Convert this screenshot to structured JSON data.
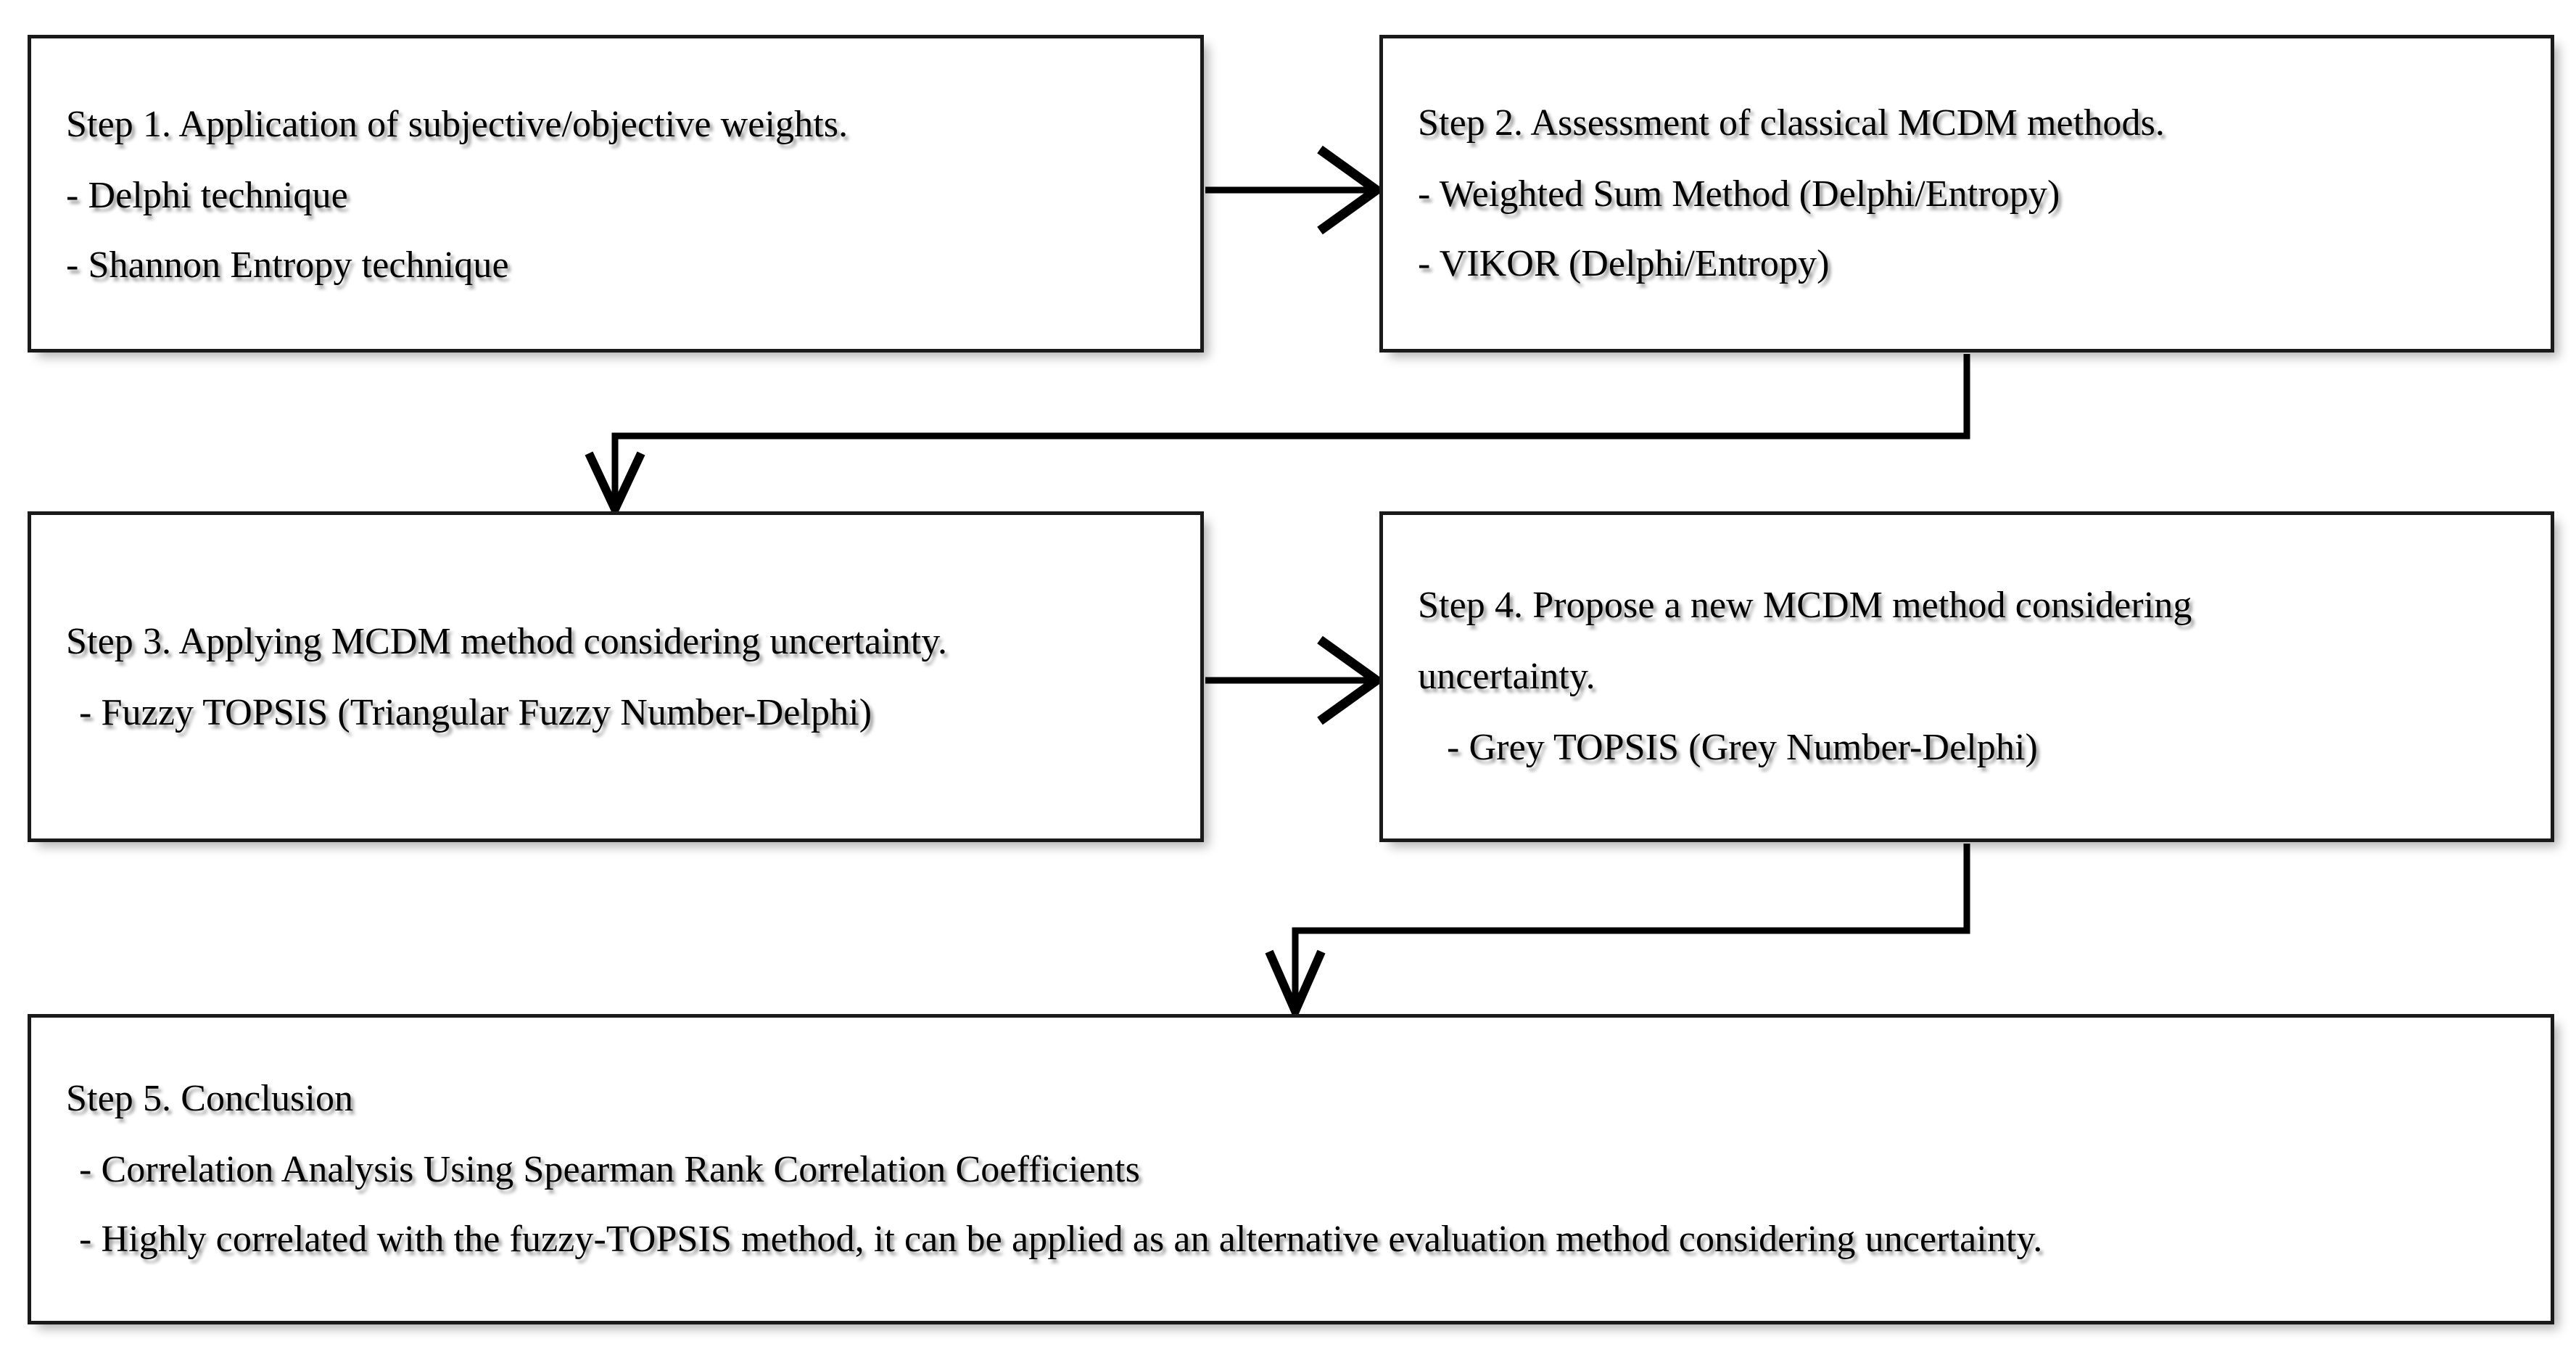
{
  "diagram": {
    "title": "MCDM research methodology flowchart",
    "background_color": "#ffffff",
    "line_color": "#000000",
    "box_border_color": "#1a1a1a"
  },
  "steps": [
    {
      "id": "step1",
      "heading": "Step 1. Application of subjective/objective weights.",
      "bullets": [
        "- Delphi technique",
        "- Shannon Entropy technique"
      ]
    },
    {
      "id": "step2",
      "heading": "Step 2. Assessment of classical MCDM methods.",
      "bullets": [
        "- Weighted Sum Method (Delphi/Entropy)",
        "- VIKOR (Delphi/Entropy)"
      ]
    },
    {
      "id": "step3",
      "heading": "Step 3. Applying  MCDM method considering uncertainty.",
      "bullets": [
        "- Fuzzy TOPSIS  (Triangular Fuzzy Number-Delphi)"
      ]
    },
    {
      "id": "step4",
      "heading": "Step 4. Propose a new MCDM method considering",
      "heading_line2": "uncertainty.",
      "bullets": [
        "- Grey TOPSIS  (Grey Number-Delphi)"
      ]
    },
    {
      "id": "step5",
      "heading": "Step 5. Conclusion",
      "bullets": [
        "- Correlation Analysis  Using Spearman Rank Correlation Coefficients",
        "- Highly correlated with the fuzzy-TOPSIS method, it can be applied as an alternative evaluation method considering uncertainty."
      ]
    }
  ],
  "connectors": [
    {
      "id": "step1-to-step2",
      "kind": "arrow-right"
    },
    {
      "id": "step2-to-step3",
      "kind": "elbow-down-left-down-arrow"
    },
    {
      "id": "step3-to-step4",
      "kind": "arrow-right"
    },
    {
      "id": "step4-to-step5",
      "kind": "elbow-down-left-down-arrow"
    }
  ]
}
